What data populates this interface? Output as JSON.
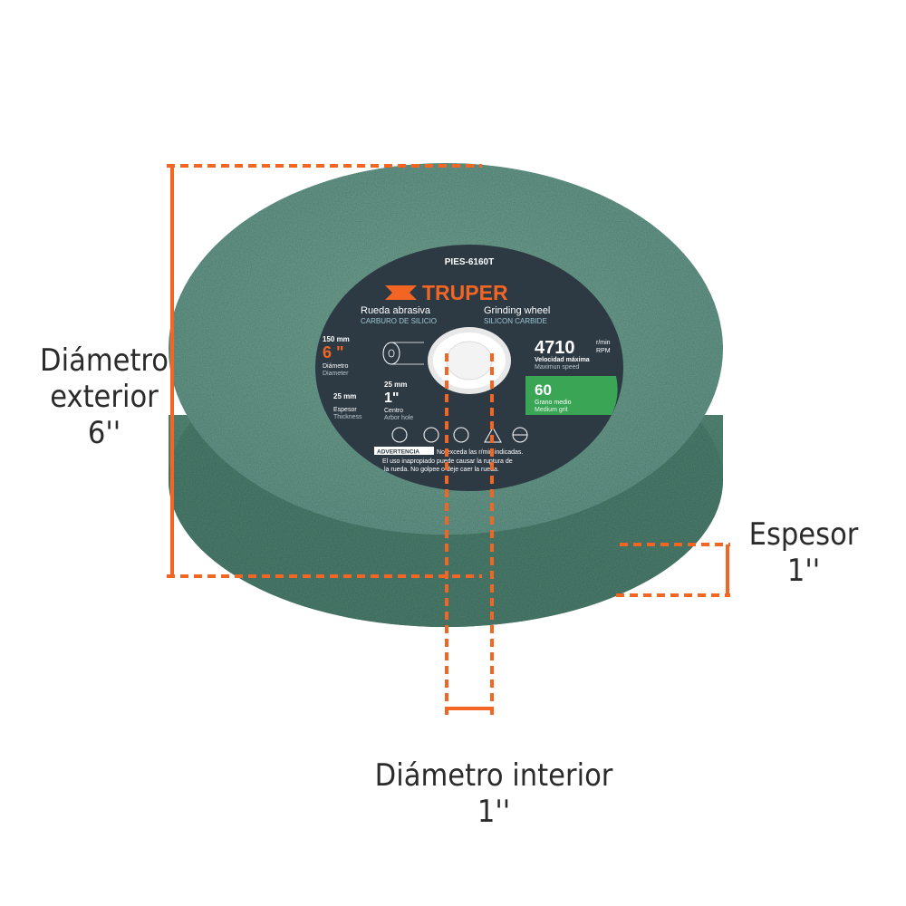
{
  "product": {
    "model": "PIES-6160T",
    "brand": "TRUPER",
    "title_es": "Rueda abrasiva",
    "title_en": "Grinding wheel",
    "material_es": "CARBURO DE SILICIO",
    "material_en": "SILICON CARBIDE",
    "diameter_mm": "150 mm",
    "diameter_in": "6 \"",
    "diameter_label_es": "Diámetro",
    "diameter_label_en": "Diameter",
    "thickness_mm": "25 mm",
    "thickness_label_es": "Espesor",
    "thickness_label_en": "Thickness",
    "arbor_mm": "25 mm",
    "arbor_in": "1\"",
    "arbor_label_es": "Centro",
    "arbor_label_en": "Arbor hole",
    "rpm_value": "4710",
    "rpm_unit_1": "r/min",
    "rpm_unit_2": "RPM",
    "speed_label_es": "Velocidad máxima",
    "speed_label_en": "Maximun speed",
    "grit_value": "60",
    "grit_label_es": "Grano medio",
    "grit_label_en": "Medium grit",
    "warning_badge": "ADVERTENCIA",
    "warning_line1": "No exceda las r/min indicadas.",
    "warning_line2": "El uso inapropiado puede causar la ruptura de",
    "warning_line3": "la rueda. No golpee o deje caer la rueda."
  },
  "dimensions": {
    "outer_label_1": "Diámetro",
    "outer_label_2": "exterior",
    "outer_value": "6''",
    "thickness_label": "Espesor",
    "thickness_value": "1''",
    "inner_label": "Diámetro interior",
    "inner_value": "1''"
  },
  "colors": {
    "dimension_line": "#f26522",
    "wheel_green": "#5f8f7f",
    "label_disc": "#2d3a44",
    "grit_badge": "#3aa655",
    "brand_orange": "#f26522"
  }
}
